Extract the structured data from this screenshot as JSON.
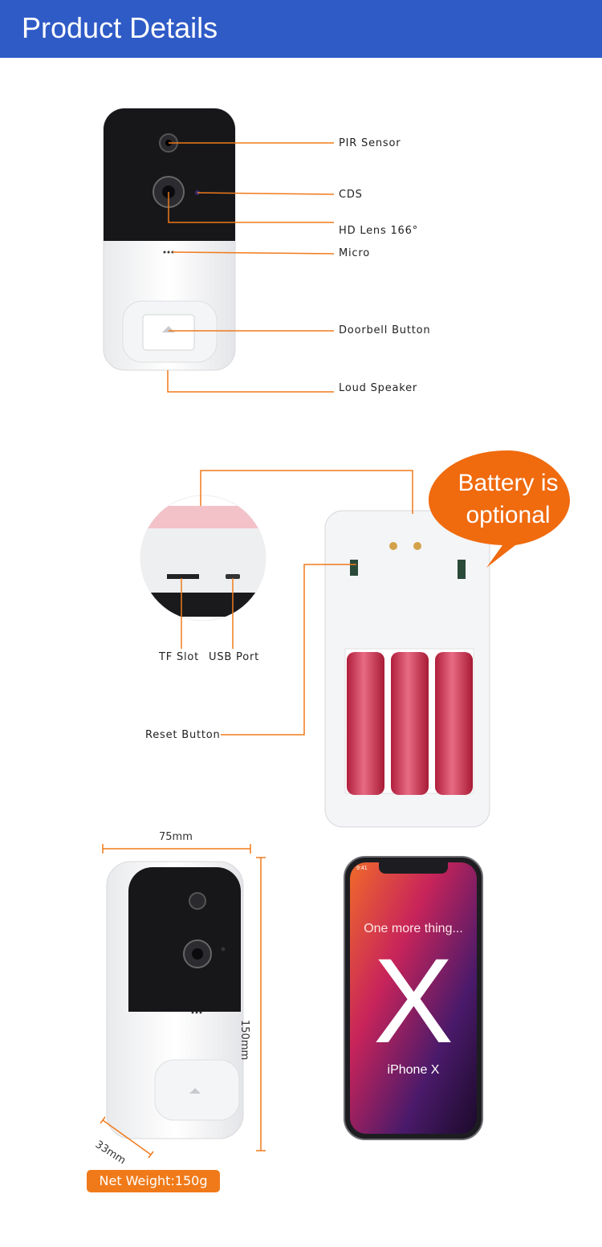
{
  "header": {
    "title": "Product Details"
  },
  "front_view": {
    "labels": [
      {
        "id": "pir",
        "text": "PIR Sensor"
      },
      {
        "id": "cds",
        "text": "CDS"
      },
      {
        "id": "lens",
        "text": "HD Lens 166°"
      },
      {
        "id": "micro",
        "text": "Micro"
      },
      {
        "id": "doorbell",
        "text": "Doorbell Button"
      },
      {
        "id": "speaker",
        "text": "Loud Speaker"
      }
    ]
  },
  "internals": {
    "tf_slot": "TF Slot",
    "usb_port": "USB Port",
    "reset_button": "Reset Button",
    "battery_bubble": [
      "Battery is",
      "optional"
    ]
  },
  "dimensions": {
    "width": "75mm",
    "height": "150mm",
    "depth": "33mm",
    "weight": "Net Weight:150g"
  },
  "phone": {
    "tagline": "One more thing...",
    "big_letter": "X",
    "model": "iPhone X",
    "status_time": "9:41"
  },
  "colors": {
    "accent": "#f07a1a",
    "header": "#2f5bc7"
  }
}
